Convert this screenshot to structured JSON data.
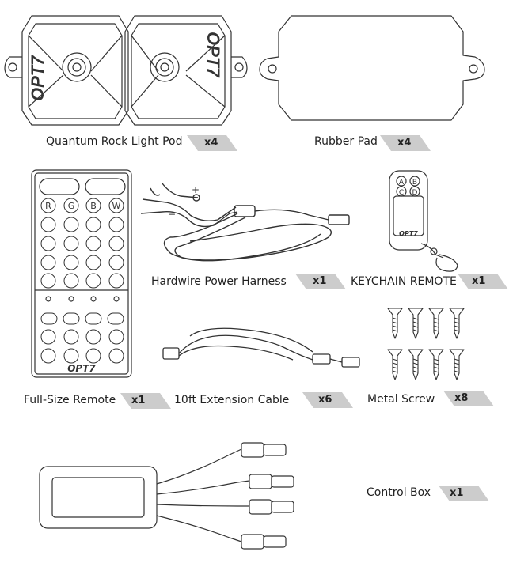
{
  "brand": "OPT7",
  "items": [
    {
      "name": "Quantum Rock Light Pod",
      "qty": "x4"
    },
    {
      "name": "Rubber Pad",
      "qty": "x4"
    },
    {
      "name": "Hardwire Power Harness",
      "qty": "x1"
    },
    {
      "name": "KEYCHAIN REMOTE",
      "qty": "x1"
    },
    {
      "name": "Metal Screw",
      "qty": "x8"
    },
    {
      "name": "Full-Size Remote",
      "qty": "x1"
    },
    {
      "name": "10ft Extension Cable",
      "qty": "x6"
    },
    {
      "name": "Control Box",
      "qty": "x1"
    }
  ],
  "harness_symbols": {
    "positive": "+",
    "negative": "−"
  },
  "remote_buttons": [
    "R",
    "G",
    "B",
    "W"
  ],
  "keychain_buttons": [
    "A",
    "B",
    "C",
    "D"
  ]
}
